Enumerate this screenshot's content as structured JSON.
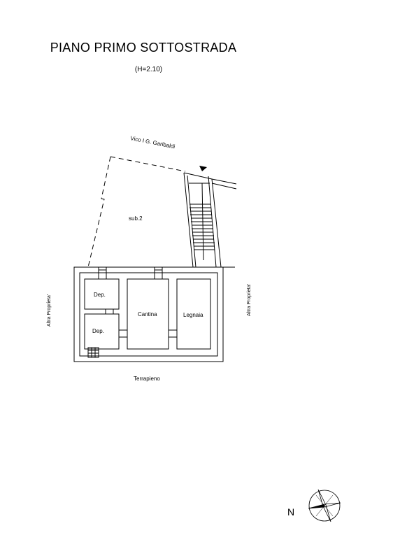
{
  "title": "PIANO PRIMO SOTTOSTRADA",
  "subtitle": "(H=2.10)",
  "labels": {
    "street": "Vico I G. Garibaldi",
    "sub": "sub.2",
    "dep_top": "Dep.",
    "dep_bottom": "Dep.",
    "cantina": "Cantina",
    "legnaia": "Legnaia",
    "left_side": "Altra Proprieta'",
    "right_side": "Altra Proprieta'",
    "bottom": "Terrapieno",
    "north": "N"
  }
}
